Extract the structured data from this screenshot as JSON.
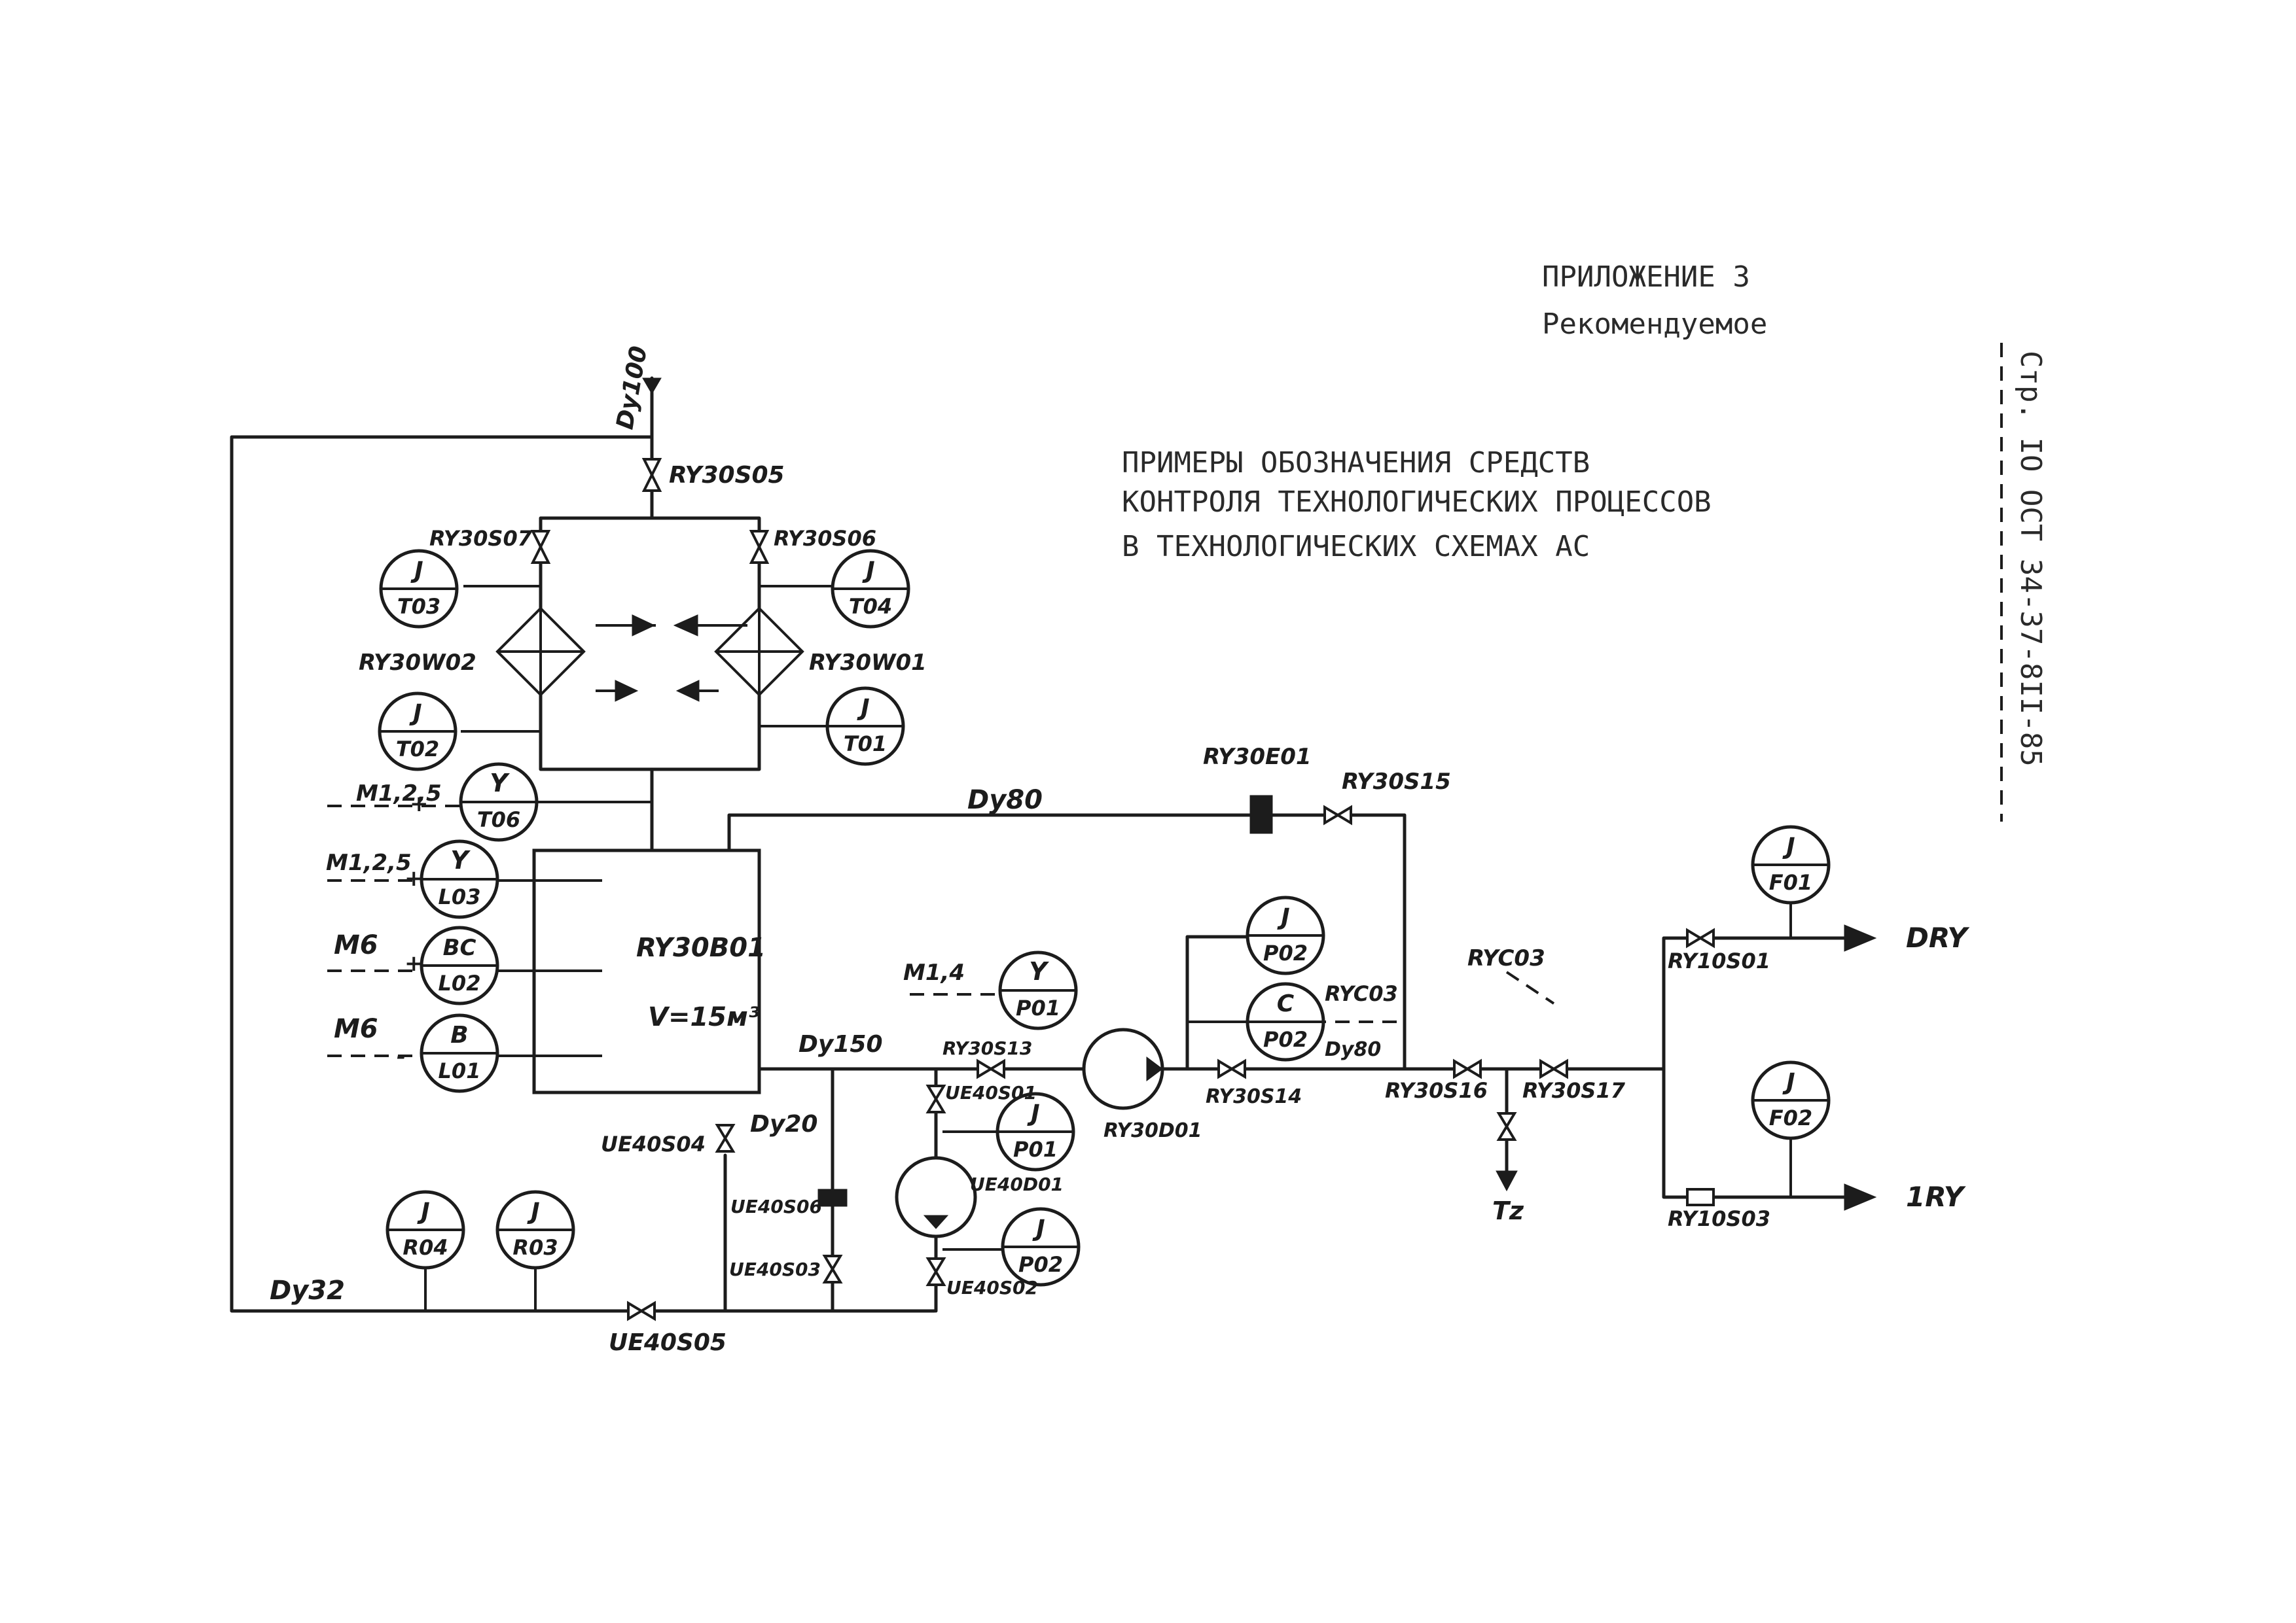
{
  "header": {
    "appendix": "ПРИЛОЖЕНИЕ 3",
    "status": "Рекомендуемое",
    "title_lines": [
      "ПРИМЕРЫ  ОБОЗНАЧЕНИЯ  СРЕДСТВ",
      "КОНТРОЛЯ ТЕХНОЛОГИЧЕСКИХ ПРОЦЕССОВ",
      "В ТЕХНОЛОГИЧЕСКИХ СХЕМАХ АС"
    ],
    "side_stamp": "Стр. IO ОСТ 34-37-8II-85"
  },
  "colors": {
    "ink": "#1c1c1c",
    "paper": "#ffffff"
  },
  "pipe_labels": {
    "dy100": "Dy100",
    "dy80_top": "Dy80",
    "dy150": "Dy150",
    "dy20": "Dy20",
    "dy80_small": "Dy80",
    "dy32": "Dy32"
  },
  "valves": {
    "ry30s05": "RY30S05",
    "ry30s07": "RY30S07",
    "ry30s06": "RY30S06",
    "ry30s15": "RY30S15",
    "ry30s13": "RY30S13",
    "ry30s14": "RY30S14",
    "ry30s16": "RY30S16",
    "ry30s17": "RY30S17",
    "ry10s01": "RY10S01",
    "ry10s03": "RY10S03",
    "ue40s01": "UE40S01",
    "ue40s02": "UE40S02",
    "ue40s03": "UE40S03",
    "ue40s04": "UE40S04",
    "ue40s05": "UE40S05",
    "ue40s06": "UE40S06"
  },
  "equipment": {
    "hx_left": "RY30W02",
    "hx_right": "RY30W01",
    "tank": "RY30B01",
    "tank_volume": "V=15м³",
    "pump_main": "RY30D01",
    "pump_aux": "UE40D01",
    "filter": "RY30E01",
    "controller_ref": "RYC03",
    "controller_ref_2": "RYC03"
  },
  "outlets": {
    "dry": "DRY",
    "one_ry": "1RY",
    "tz": "Tz"
  },
  "signals": {
    "t06_line": "M1,2,5",
    "l03_line": "M1,2,5",
    "l02_line": "M6",
    "l01_line": "M6",
    "p01_line": "M1,4",
    "plus": "+",
    "minus": "-"
  },
  "instruments": [
    {
      "func": "J",
      "tag": "T03"
    },
    {
      "func": "J",
      "tag": "T04"
    },
    {
      "func": "J",
      "tag": "T02"
    },
    {
      "func": "J",
      "tag": "T01"
    },
    {
      "func": "Y",
      "tag": "T06"
    },
    {
      "func": "Y",
      "tag": "L03"
    },
    {
      "func": "BC",
      "tag": "L02"
    },
    {
      "func": "B",
      "tag": "L01"
    },
    {
      "func": "J",
      "tag": "P02"
    },
    {
      "func": "C",
      "tag": "P02"
    },
    {
      "func": "Y",
      "tag": "P01"
    },
    {
      "func": "J",
      "tag": "P01"
    },
    {
      "func": "J",
      "tag": "P02"
    },
    {
      "func": "J",
      "tag": "R04"
    },
    {
      "func": "J",
      "tag": "R03"
    },
    {
      "func": "J",
      "tag": "F01"
    },
    {
      "func": "J",
      "tag": "F02"
    }
  ]
}
